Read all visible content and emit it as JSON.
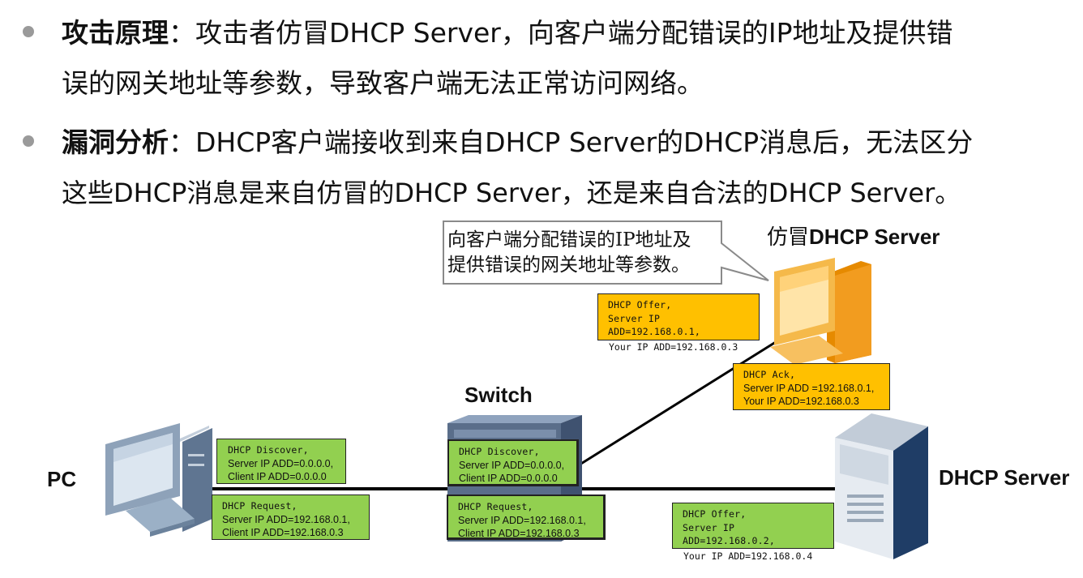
{
  "bullets": [
    {
      "term": "攻击原理",
      "colon": "：",
      "text_line1": "攻击者仿冒DHCP Server，向客户端分配错误的IP地址及提供错",
      "text_line2": "误的网关地址等参数，导致客户端无法正常访问网络。"
    },
    {
      "term": "漏洞分析",
      "colon": "：",
      "text_line1": "DHCP客户端接收到来自DHCP Server的DHCP消息后，无法区分",
      "text_line2": "这些DHCP消息是来自仿冒的DHCP Server，还是来自合法的DHCP Server。"
    }
  ],
  "callout": {
    "line1": "向客户端分配错误的IP地址及",
    "line2": "提供错误的网关地址等参数。"
  },
  "labels": {
    "fake_server_cn": "仿冒",
    "fake_server_en": "DHCP Server",
    "switch": "Switch",
    "pc": "PC",
    "dhcp_server": "DHCP Server"
  },
  "messages": {
    "pc_discover": [
      "DHCP Discover,",
      "Server IP ADD=0.0.0.0,",
      "Client IP ADD=0.0.0.0"
    ],
    "pc_request": [
      "DHCP Request,",
      "Server IP ADD=192.168.0.1,",
      "Client  IP ADD=192.168.0.3"
    ],
    "sw_discover": [
      "DHCP Discover,",
      "Server IP ADD=0.0.0.0,",
      "Client IP ADD=0.0.0.0"
    ],
    "sw_request": [
      "DHCP Request,",
      "Server IP ADD=192.168.0.1,",
      "Client IP ADD=192.168.0.3"
    ],
    "fake_offer": [
      "DHCP Offer,",
      "Server IP",
      "ADD=192.168.0.1,",
      "Your IP ADD=192.168.0.3"
    ],
    "fake_ack": [
      "DHCP Ack,",
      "Server IP ADD =192.168.0.1,",
      "Your IP ADD=192.168.0.3"
    ],
    "real_offer": [
      "DHCP Offer,",
      "Server IP",
      "ADD=192.168.0.2,",
      "Your IP ADD=192.168.0.4"
    ]
  },
  "colors": {
    "message_green": "#92d050",
    "message_orange": "#ffc000",
    "link_line": "#000000",
    "pc_body": "#7f94ac",
    "switch_body": "#5a6e8a",
    "server_body": "#1f3d66",
    "fake_pc_body": "#f5a623"
  },
  "icons": {
    "pc": "desktop-computer-icon",
    "switch": "network-switch-icon",
    "server": "tower-server-icon",
    "fake_server": "orange-desktop-computer-icon"
  }
}
